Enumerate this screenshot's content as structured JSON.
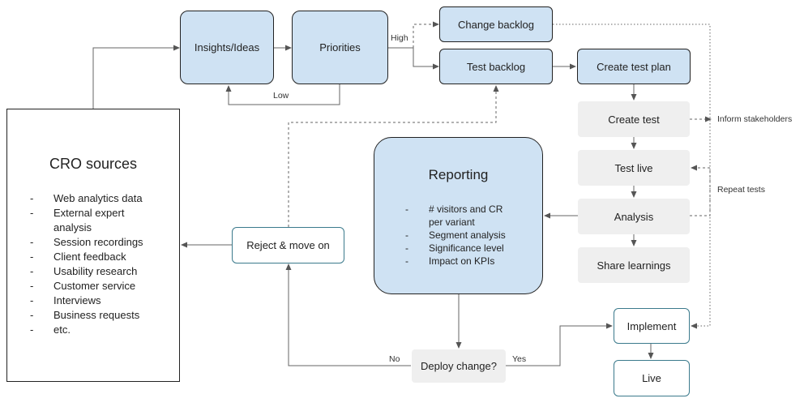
{
  "nodes": {
    "insights": "Insights/Ideas",
    "priorities": "Priorities",
    "change_backlog": "Change backlog",
    "test_backlog": "Test backlog",
    "create_test_plan": "Create test plan",
    "create_test": "Create test",
    "test_live": "Test live",
    "analysis": "Analysis",
    "share_learnings": "Share learnings",
    "reject_move_on": "Reject & move on",
    "deploy_change": "Deploy change?",
    "implement": "Implement",
    "live": "Live"
  },
  "cro_sources": {
    "title": "CRO sources",
    "items": [
      "Web analytics data",
      "External expert analysis",
      "Session recordings",
      "Client feedback",
      "Usability research",
      "Customer service",
      "Interviews",
      "Business requests",
      "etc."
    ]
  },
  "reporting": {
    "title": "Reporting",
    "items": [
      "# visitors and CR per variant",
      "Segment analysis",
      "Significance level",
      "Impact on KPIs"
    ]
  },
  "labels": {
    "high": "High",
    "low": "Low",
    "no": "No",
    "yes": "Yes",
    "inform_stakeholders": "Inform stakeholders",
    "repeat_tests": "Repeat tests"
  },
  "colors": {
    "blue_fill": "#cfe2f3",
    "grey_fill": "#efefef",
    "outline_teal": "#3b7a8c",
    "arrow": "#555555"
  }
}
